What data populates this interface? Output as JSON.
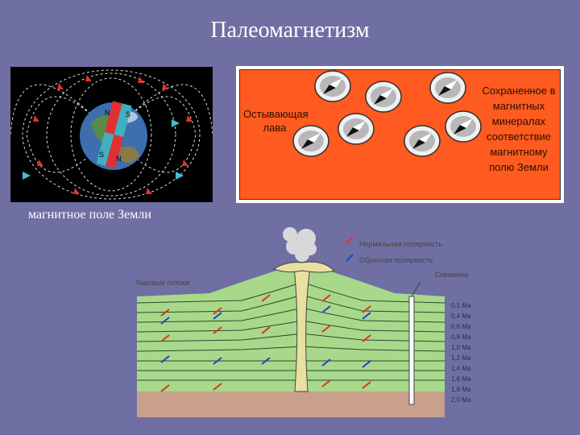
{
  "title": "Палеомагнетизм",
  "earth": {
    "caption": "магнитное поле Земли",
    "magnet_labels": [
      "N",
      "S",
      "S",
      "N"
    ]
  },
  "lava": {
    "left_label": "Остывающая лава",
    "right_label": "Сохраненное в магнитных минералах соответствие магнитному полю Земли"
  },
  "volcano": {
    "legend": [
      "Нормальная полярность",
      "Обратная полярность"
    ],
    "lava_flows_label": "Лавовые потоки",
    "well_label": "Скважина",
    "ages": [
      "0,1 Ма",
      "0,4 Ма",
      "0,6 Ма",
      "0,8 Ма",
      "1,0 Ма",
      "1,2 Ма",
      "1,4 Ма",
      "1,6 Ма",
      "1,8 Ма",
      "2,0 Ма"
    ]
  },
  "colors": {
    "background": "#6f6fa3",
    "lava": "#ff5a1f",
    "normal_polarity": "#e03020",
    "reverse_polarity": "#2040d0",
    "layers": "#a8d88a",
    "crust": "#c8a08c"
  }
}
